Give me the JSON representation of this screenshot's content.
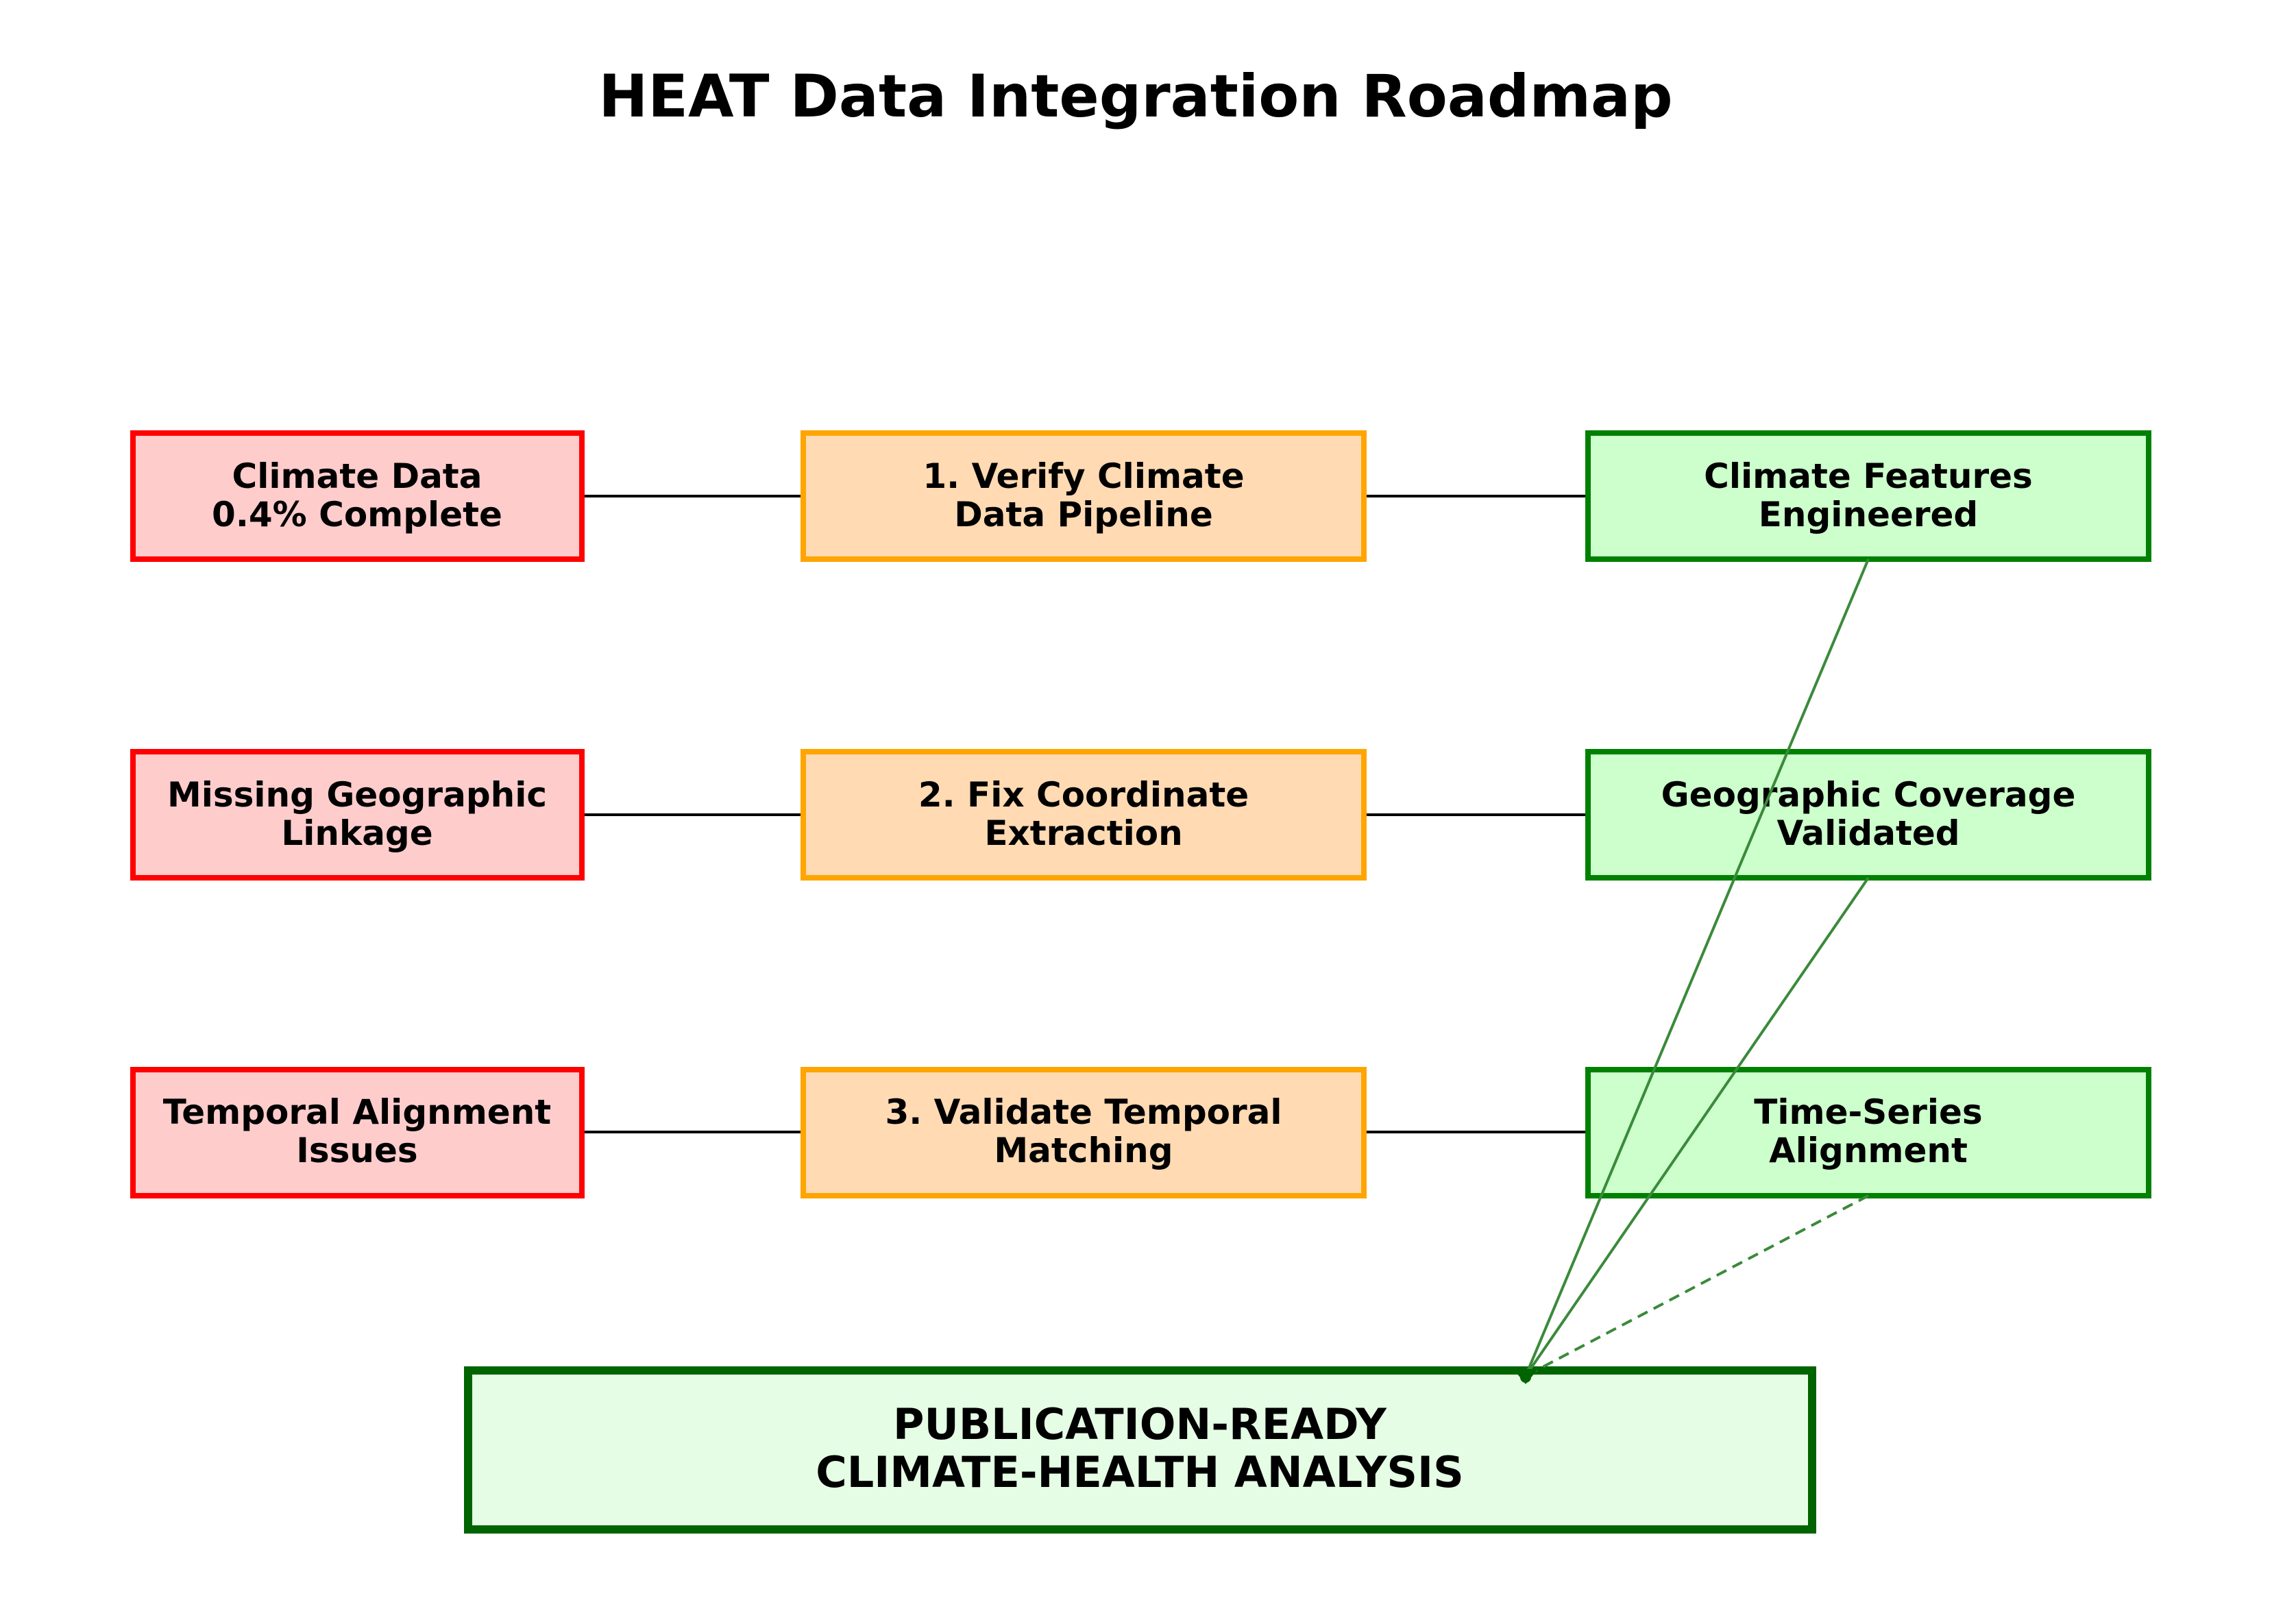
{
  "title": "HEAT Data Integration Roadmap",
  "colors": {
    "problem_fill": "#ffcccc",
    "problem_stroke": "#ff0000",
    "action_fill": "#ffdab3",
    "action_stroke": "#ffa500",
    "outcome_fill": "#ccffcc",
    "outcome_stroke": "#008000",
    "final_fill": "#e5fde5",
    "final_stroke": "#006400",
    "arrow": "#3a8a3a",
    "connector": "#000000"
  },
  "rows": [
    {
      "problem": {
        "line1": "Climate Data",
        "line2": "0.4% Complete"
      },
      "action": {
        "line1": "1. Verify Climate",
        "line2": "Data Pipeline"
      },
      "outcome": {
        "line1": "Climate Features",
        "line2": "Engineered"
      }
    },
    {
      "problem": {
        "line1": "Missing Geographic",
        "line2": "Linkage"
      },
      "action": {
        "line1": "2. Fix Coordinate",
        "line2": "Extraction"
      },
      "outcome": {
        "line1": "Geographic Coverage",
        "line2": "Validated"
      }
    },
    {
      "problem": {
        "line1": "Temporal Alignment",
        "line2": "Issues"
      },
      "action": {
        "line1": "3. Validate Temporal",
        "line2": "Matching"
      },
      "outcome": {
        "line1": "Time-Series",
        "line2": "Alignment"
      }
    }
  ],
  "final": {
    "line1": "PUBLICATION-READY",
    "line2": "CLIMATE-HEALTH ANALYSIS"
  },
  "arrows": [
    {
      "from": "outcome-1",
      "style": "solid"
    },
    {
      "from": "outcome-2",
      "style": "solid"
    },
    {
      "from": "outcome-3",
      "style": "dashed"
    }
  ]
}
